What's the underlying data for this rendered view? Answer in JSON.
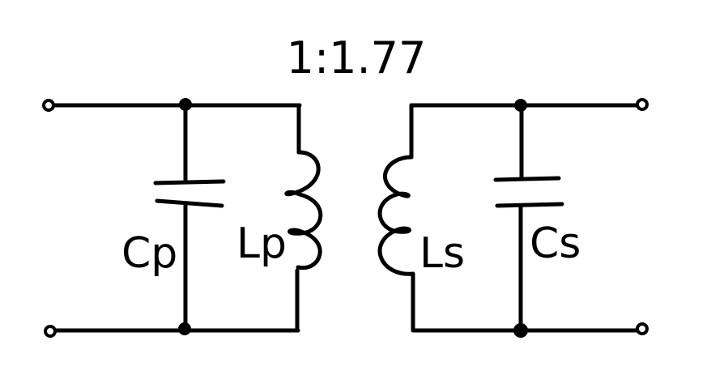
{
  "diagram": {
    "ratio_label": "1:1.77",
    "primary": {
      "capacitor_label": "Cp",
      "inductor_label": "Lp"
    },
    "secondary": {
      "inductor_label": "Ls",
      "capacitor_label": "Cs"
    },
    "colors": {
      "ink": "#000000",
      "background": "#ffffff"
    }
  }
}
